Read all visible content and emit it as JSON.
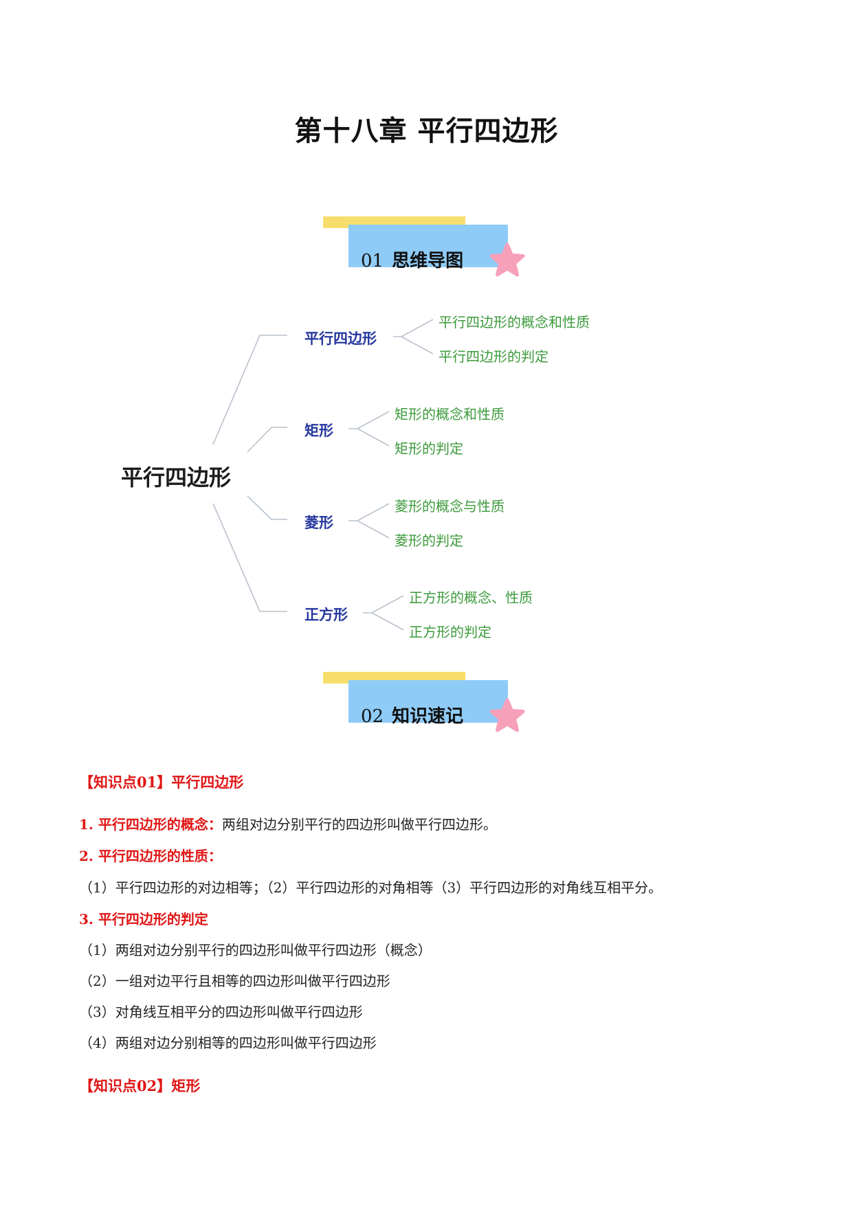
{
  "doc": {
    "title": "第十八章  平行四边形"
  },
  "sections": {
    "s1": {
      "number": "01",
      "title": "思维导图"
    },
    "s2": {
      "number": "02",
      "title": "知识速记"
    }
  },
  "mindmap": {
    "root": "平行四边形",
    "branches": [
      {
        "label": "平行四边形",
        "leaves": [
          "平行四边形的概念和性质",
          "平行四边形的判定"
        ]
      },
      {
        "label": "矩形",
        "leaves": [
          "矩形的概念和性质",
          "矩形的判定"
        ]
      },
      {
        "label": "菱形",
        "leaves": [
          "菱形的概念与性质",
          "菱形的判定"
        ]
      },
      {
        "label": "正方形",
        "leaves": [
          "正方形的概念、性质",
          "正方形的判定"
        ]
      }
    ]
  },
  "knowledge": {
    "kp01": "【知识点01】平行四边形",
    "item1_head": "1. 平行四边形的概念：",
    "item1_body": "两组对边分别平行的四边形叫做平行四边形。",
    "item2_head": "2. 平行四边形的性质：",
    "item2_line": "（1）平行四边形的对边相等；（2）平行四边形的对角相等（3）平行四边形的对角线互相平分。",
    "item3_head": "3. 平行四边形的判定",
    "item3_lines": [
      "（1）两组对边分别平行的四边形叫做平行四边形（概念）",
      "（2）一组对边平行且相等的四边形叫做平行四边形",
      "（3）对角线互相平分的四边形叫做平行四边形",
      "（4）两组对边分别相等的四边形叫做平行四边形"
    ],
    "kp02": "【知识点02】矩形"
  },
  "colors": {
    "accent_red": "#e01616",
    "branch_blue": "#26379e",
    "leaf_green": "#3b9a3b",
    "banner_yellow": "#f7de6c",
    "banner_blue": "#8fcbf7",
    "star_pink": "#f7a0b9"
  },
  "icons": {
    "banner_star": "star-icon"
  }
}
